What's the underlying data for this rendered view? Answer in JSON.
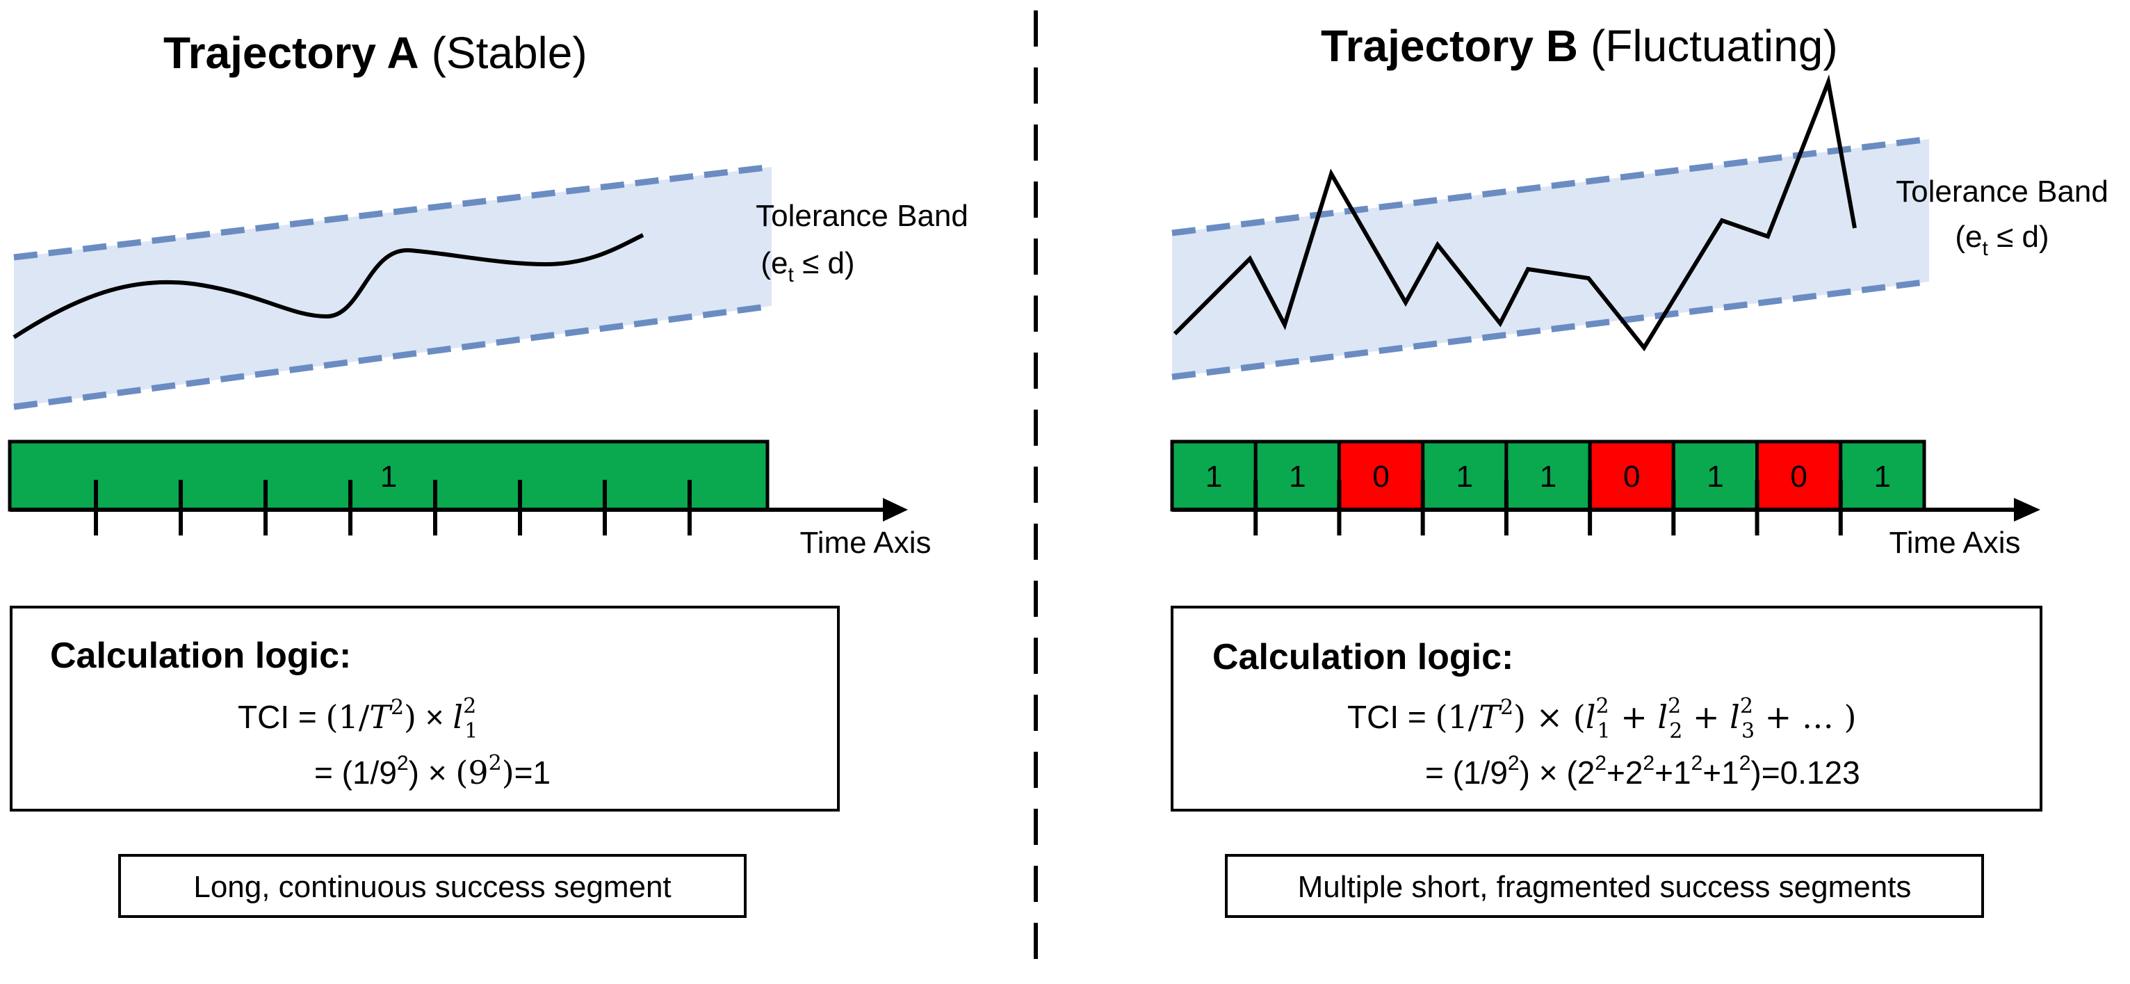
{
  "colors": {
    "success": "#0aa84f",
    "fail": "#ff0000",
    "band_fill": "#dde6f4",
    "band_edge": "#6a8cc2",
    "ink": "#000000"
  },
  "panel_a": {
    "title_bold": "Trajectory A",
    "title_rest": "(Stable)",
    "band_label_1": "Tolerance Band",
    "band_label_2_pre": "(e",
    "band_label_2_sub": "t",
    "band_label_2_post": " ≤ d)",
    "segments": [
      "1"
    ],
    "axis_label": "Time Axis",
    "calc_heading": "Calculation logic:",
    "calc_line1": {
      "lhs": "TCI = ",
      "f_open": "(1/",
      "f_var": "T",
      "f_exp": "2",
      "f_close": ")",
      "op": " × ",
      "l_var": "l",
      "l_sup": "2",
      "l_sub": "1"
    },
    "calc_line2": {
      "lhs": "= ",
      "f_main": "(1/9",
      "f_exp": "2",
      "f_close": ")",
      "op": " × ",
      "n_main": "(9",
      "n_exp": "2",
      "n_close": ")",
      "result": "=1"
    },
    "caption": "Long, continuous success segment"
  },
  "panel_b": {
    "title_bold": "Trajectory B",
    "title_rest": "(Fluctuating)",
    "band_label_1": "Tolerance Band",
    "band_label_2_pre": "(e",
    "band_label_2_sub": "t",
    "band_label_2_post": " ≤ d)",
    "segments": [
      "1",
      "1",
      "0",
      "1",
      "1",
      "0",
      "1",
      "0",
      "1"
    ],
    "axis_label": "Time Axis",
    "calc_heading": "Calculation logic:",
    "calc_line1": {
      "lhs": "TCI = ",
      "f_open": "(1/",
      "f_var": "T",
      "f_exp": "2",
      "f_close": ")",
      "op": " × (",
      "l1_var": "l",
      "l1_sup": "2",
      "l1_sub": "1",
      "plus1": " + ",
      "l2_var": "l",
      "l2_sup": "2",
      "l2_sub": "2",
      "plus2": " + ",
      "l3_var": "l",
      "l3_sup": "2",
      "l3_sub": "3",
      "tail": " + … )"
    },
    "calc_line2": {
      "lhs": "= ",
      "f_main": "(1/9",
      "f_exp": "2",
      "f_close": ")",
      "op": " × (",
      "t1": "2",
      "t1e": "2",
      "t2": "+2",
      "t2e": "2",
      "t3": "+1",
      "t3e": "2",
      "t4": "+1",
      "t4e": "2",
      "result": ")=0.123"
    },
    "caption": "Multiple short, fragmented success segments"
  }
}
